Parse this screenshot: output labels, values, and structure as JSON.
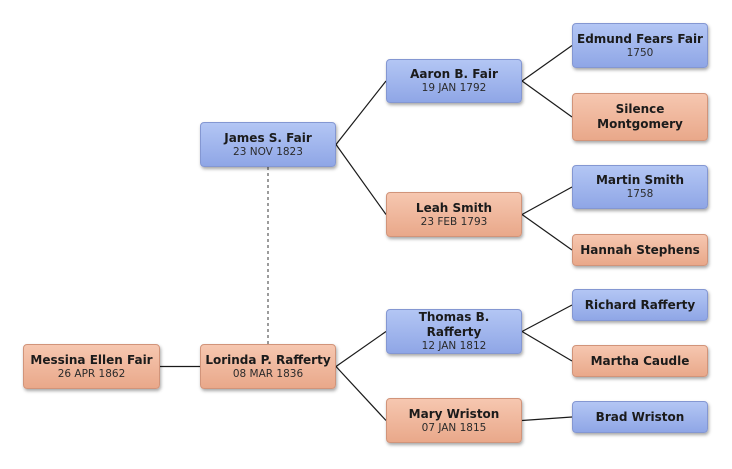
{
  "people": {
    "messina": {
      "name": "Messina Ellen Fair",
      "date": "26 APR 1862",
      "sex": "female"
    },
    "james": {
      "name": "James S. Fair",
      "date": "23 NOV 1823",
      "sex": "male"
    },
    "lorinda": {
      "name": "Lorinda P. Rafferty",
      "date": "08 MAR 1836",
      "sex": "female"
    },
    "aaron": {
      "name": "Aaron B. Fair",
      "date": "19 JAN 1792",
      "sex": "male"
    },
    "leah": {
      "name": "Leah Smith",
      "date": "23 FEB 1793",
      "sex": "female"
    },
    "thomas": {
      "name": "Thomas B. Rafferty",
      "date": "12 JAN 1812",
      "sex": "male"
    },
    "mary": {
      "name": "Mary Wriston",
      "date": "07 JAN 1815",
      "sex": "female"
    },
    "edmund": {
      "name": "Edmund Fears Fair",
      "date": "1750",
      "sex": "male"
    },
    "silence": {
      "name": "Silence Montgomery",
      "date": "",
      "sex": "female"
    },
    "martin": {
      "name": "Martin Smith",
      "date": "1758",
      "sex": "male"
    },
    "hannah": {
      "name": "Hannah Stephens",
      "date": "",
      "sex": "female"
    },
    "richard": {
      "name": "Richard Rafferty",
      "date": "",
      "sex": "male"
    },
    "martha": {
      "name": "Martha Caudle",
      "date": "",
      "sex": "female"
    },
    "brad": {
      "name": "Brad Wriston",
      "date": "",
      "sex": "male"
    }
  },
  "links": [
    {
      "from": "messina",
      "to": "lorinda",
      "kind": "parent"
    },
    {
      "from": "james",
      "to": "lorinda",
      "kind": "spouse"
    },
    {
      "from": "james",
      "to": "aaron",
      "kind": "parent"
    },
    {
      "from": "james",
      "to": "leah",
      "kind": "parent"
    },
    {
      "from": "lorinda",
      "to": "thomas",
      "kind": "parent"
    },
    {
      "from": "lorinda",
      "to": "mary",
      "kind": "parent"
    },
    {
      "from": "aaron",
      "to": "edmund",
      "kind": "parent"
    },
    {
      "from": "aaron",
      "to": "silence",
      "kind": "parent"
    },
    {
      "from": "leah",
      "to": "martin",
      "kind": "parent"
    },
    {
      "from": "leah",
      "to": "hannah",
      "kind": "parent"
    },
    {
      "from": "thomas",
      "to": "richard",
      "kind": "parent"
    },
    {
      "from": "thomas",
      "to": "martha",
      "kind": "parent"
    },
    {
      "from": "mary",
      "to": "brad",
      "kind": "parent"
    }
  ],
  "colors": {
    "male": "#9db2ec",
    "female": "#efb59a",
    "line": "#1a1a1a",
    "spouse_line": "#666666"
  }
}
